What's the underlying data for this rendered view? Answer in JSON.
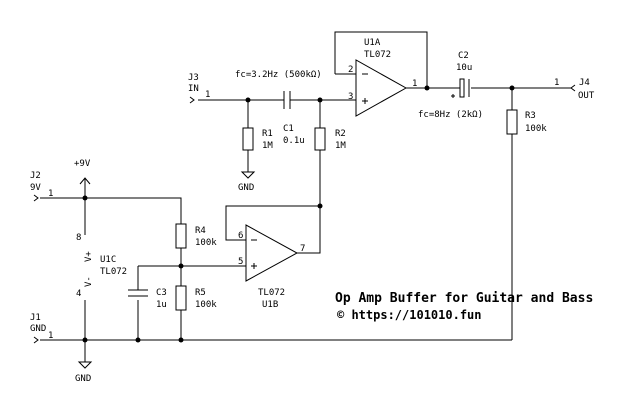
{
  "title": "Op Amp Buffer for Guitar and Bass",
  "copyright": "© https://101010.fun",
  "connectors": {
    "j3": {
      "ref": "J3",
      "name": "IN",
      "pin": "1"
    },
    "j4": {
      "ref": "J4",
      "name": "OUT",
      "pin": "1"
    },
    "j2": {
      "ref": "J2",
      "name": "9V",
      "pin": "1"
    },
    "j1": {
      "ref": "J1",
      "name": "GND",
      "pin": "1"
    }
  },
  "components": {
    "r1": {
      "ref": "R1",
      "value": "1M"
    },
    "r2": {
      "ref": "R2",
      "value": "1M"
    },
    "r3": {
      "ref": "R3",
      "value": "100k"
    },
    "r4": {
      "ref": "R4",
      "value": "100k"
    },
    "r5": {
      "ref": "R5",
      "value": "100k"
    },
    "c1": {
      "ref": "C1",
      "value": "0.1u"
    },
    "c2": {
      "ref": "C2",
      "value": "10u"
    },
    "c3": {
      "ref": "C3",
      "value": "1u"
    },
    "u1a": {
      "ref": "U1A",
      "value": "TL072",
      "pin_in_minus": "2",
      "pin_in_plus": "3",
      "pin_out": "1"
    },
    "u1b": {
      "ref": "U1B",
      "value": "TL072",
      "pin_in_minus": "6",
      "pin_in_plus": "5",
      "pin_out": "7"
    },
    "u1c": {
      "ref": "U1C",
      "value": "TL072",
      "pin_vplus": "8",
      "pin_vminus": "4",
      "vplus_label": "V+",
      "vminus_label": "V-"
    }
  },
  "power": {
    "vcc": "+9V",
    "gnd": "GND"
  },
  "annotations": {
    "fc_in": "fc=3.2Hz (500kΩ)",
    "fc_out": "fc=8Hz (2kΩ)"
  },
  "colors": {
    "wire": "#000000",
    "background": "#ffffff"
  }
}
